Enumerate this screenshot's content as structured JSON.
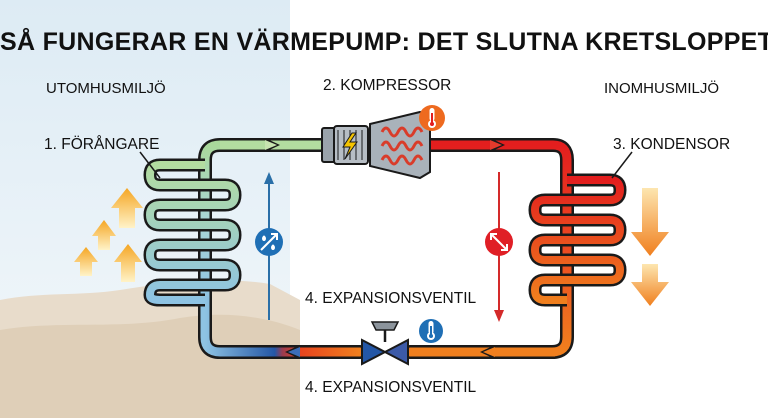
{
  "title": "SÅ FUNGERAR EN VÄRMEPUMP: DET SLUTNA KRETSLOPPET",
  "zones": {
    "outdoor": "UTOMHUSMILJÖ",
    "indoor": "INOMHUSMILJÖ"
  },
  "components": {
    "evaporator": "1. FÖRÅNGARE",
    "compressor": "2. KOMPRESSOR",
    "condenser": "3. KONDENSOR",
    "expansion_valve_top": "4. EXPANSIONSVENTIL",
    "expansion_valve_bottom": "4. EXPANSIONSVENTIL"
  },
  "icons": {
    "compressor_motor": "lightning-bolt-icon",
    "compressor_badge": "thermometer-hot-icon",
    "valve_badge": "thermometer-cold-icon",
    "left_badge": "expand-droplet-icon",
    "right_badge": "compress-arrows-icon"
  },
  "colors": {
    "cold_blue": "#2457a6",
    "cool_light_blue": "#8ec3e3",
    "mint_green": "#a9d89b",
    "hot_red": "#e31e1e",
    "warm_orange": "#f07f1e",
    "heat_arrow_orange": "#f5a623"
  }
}
